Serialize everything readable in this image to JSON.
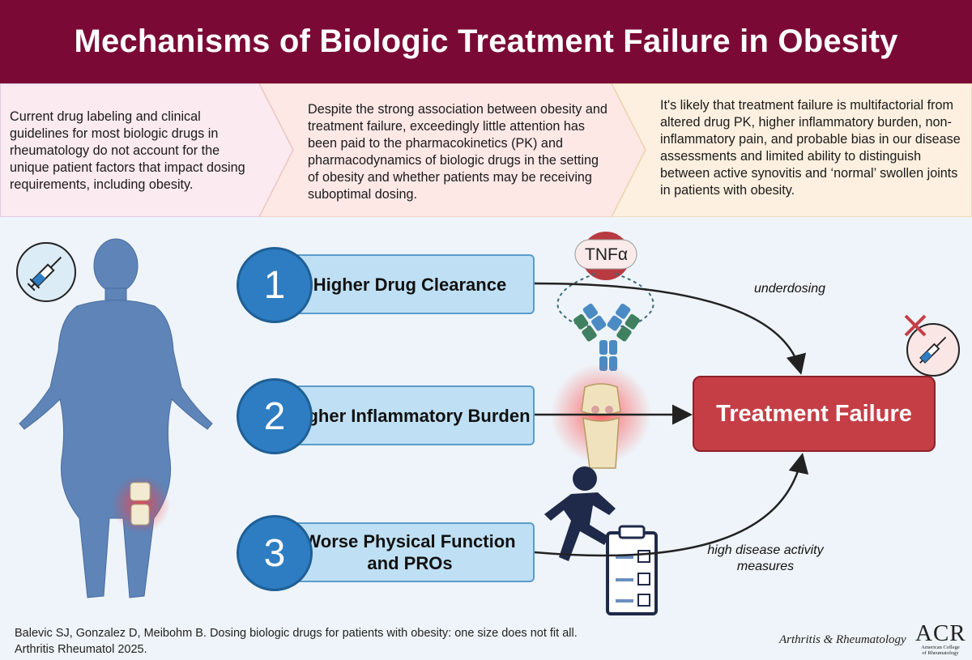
{
  "header": {
    "title": "Mechanisms of Biologic Treatment Failure in Obesity"
  },
  "intro": [
    "Current drug labeling and clinical guidelines for most biologic drugs in rheumatology do not account for the unique patient factors that impact dosing requirements, including obesity.",
    "Despite the strong association between obesity and treatment failure, exceedingly little attention has been paid to the pharmacokinetics (PK) and pharmacodynamics of biologic drugs in the setting of obesity and whether patients may be receiving suboptimal dosing.",
    "It's likely that treatment failure is multifactorial from altered drug PK, higher inflammatory burden, non-inflammatory pain, and probable bias in our disease assessments and limited ability to distinguish between active synovitis and ‘normal’ swollen joints in patients with obesity."
  ],
  "steps": [
    {
      "number": "1",
      "label": "Higher Drug Clearance"
    },
    {
      "number": "2",
      "label": "Higher Inflammatory Burden"
    },
    {
      "number": "3",
      "label": "Worse Physical Function and PROs"
    }
  ],
  "outcome": {
    "label": "Treatment Failure"
  },
  "arrow_labels": {
    "top": "underdosing",
    "bottom": "high disease activity measures"
  },
  "tnf_label": "TNFα",
  "footer": {
    "citation_line1": "Balevic SJ, Gonzalez D, Meibohm B. Dosing biologic drugs for patients with obesity: one size does not fit all.",
    "citation_line2": "Arthritis Rheumatol 2025.",
    "journal": "Arthritis & Rheumatology",
    "acr_logo": "ACR",
    "acr_name_line1": "American College",
    "acr_name_line2": "of Rheumatology"
  },
  "icons": [
    "syringe-icon",
    "human-figure-icon",
    "antibody-icon",
    "tnf-alpha-icon",
    "knee-joint-icon",
    "running-person-icon",
    "clipboard-checklist-icon",
    "syringe-crossed-icon"
  ],
  "colors": {
    "header": "#7a0a35",
    "step_circle": "#2e7dc2",
    "step_label": "#bfe0f4",
    "treatment_failure": "#c53e46",
    "figure": "#5e84b8"
  }
}
